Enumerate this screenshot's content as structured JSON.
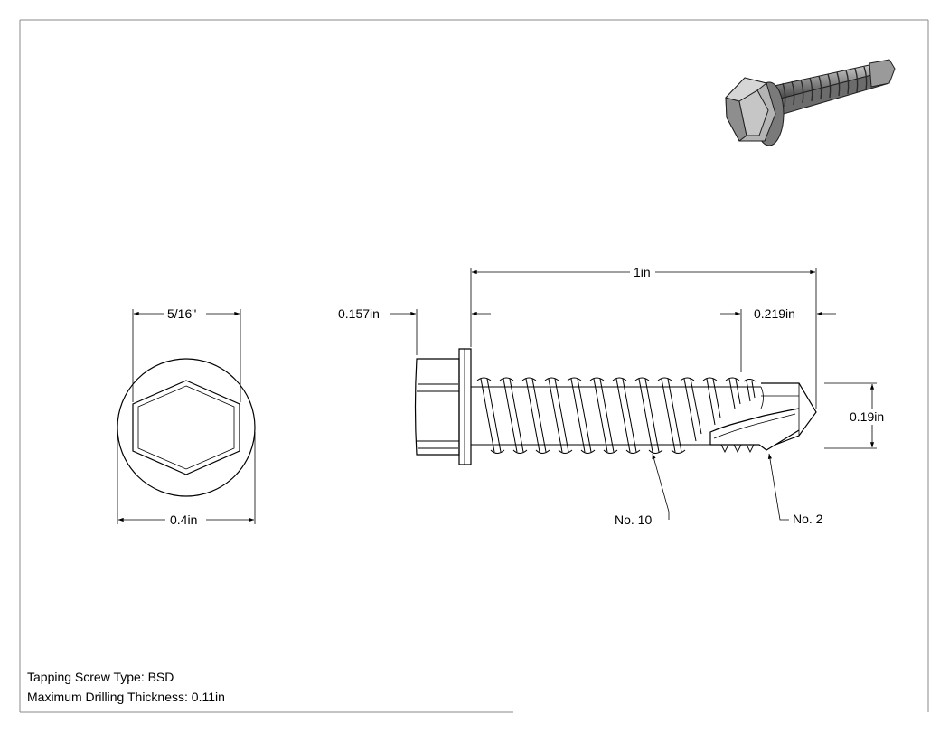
{
  "dimensions": {
    "hex_across_flats": "5/16\"",
    "washer_diameter": "0.4in",
    "head_height": "0.157in",
    "overall_length": "1in",
    "drill_point_length": "0.219in",
    "thread_diameter": "0.19in"
  },
  "callouts": {
    "thread_size": "No. 10",
    "point_size": "No. 2"
  },
  "notes": {
    "screw_type": "Tapping Screw Type: BSD",
    "drilling_thickness": "Maximum Drilling Thickness: 0.11in"
  },
  "colors": {
    "line": "#000000",
    "border": "#8a8a8a"
  }
}
